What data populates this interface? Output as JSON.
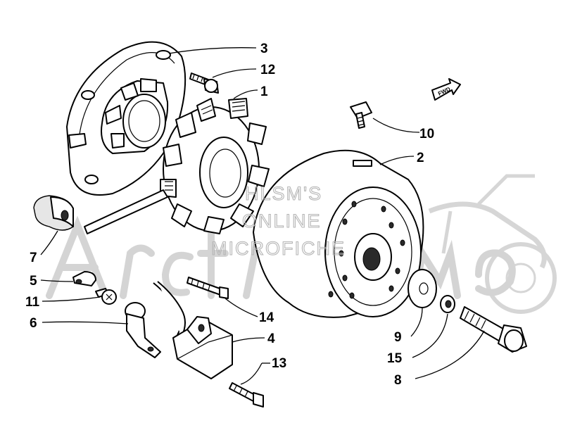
{
  "watermark": {
    "line1": "HLSM'S",
    "line2": "ONLINE",
    "line3": "MICROFICHE",
    "brand": "ArcticCat"
  },
  "fwd_label": "FWD",
  "callouts": [
    {
      "id": "1",
      "label": "1"
    },
    {
      "id": "2",
      "label": "2"
    },
    {
      "id": "3",
      "label": "3"
    },
    {
      "id": "4",
      "label": "4"
    },
    {
      "id": "5",
      "label": "5"
    },
    {
      "id": "6",
      "label": "6"
    },
    {
      "id": "7",
      "label": "7"
    },
    {
      "id": "8",
      "label": "8"
    },
    {
      "id": "9",
      "label": "9"
    },
    {
      "id": "10",
      "label": "10"
    },
    {
      "id": "11",
      "label": "11"
    },
    {
      "id": "12",
      "label": "12"
    },
    {
      "id": "13",
      "label": "13"
    },
    {
      "id": "14",
      "label": "14"
    },
    {
      "id": "15",
      "label": "15"
    }
  ]
}
